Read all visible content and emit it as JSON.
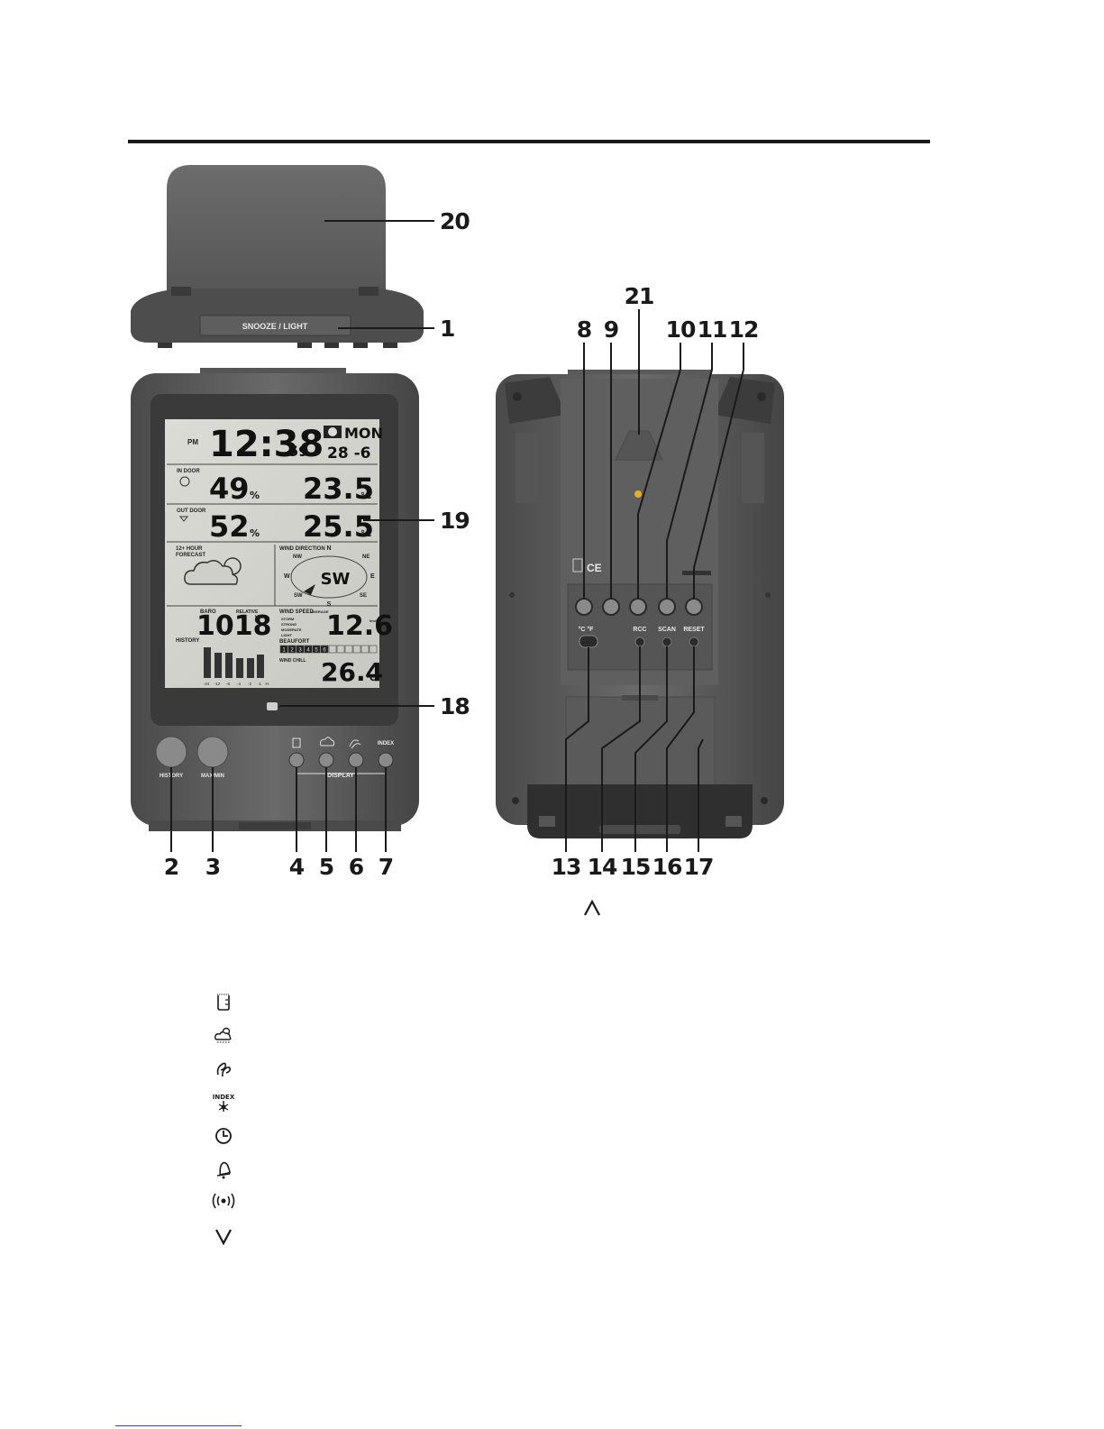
{
  "callouts": {
    "c1": "1",
    "c2": "2",
    "c3": "3",
    "c4": "4",
    "c5": "5",
    "c6": "6",
    "c7": "7",
    "c8": "8",
    "c9": "9",
    "c10": "10",
    "c11": "11",
    "c12": "12",
    "c13": "13",
    "c14": "14",
    "c15": "15",
    "c16": "16",
    "c17": "17",
    "c18": "18",
    "c19": "19",
    "c20": "20",
    "c21": "21"
  },
  "top_unit": {
    "snooze_label": "SNOOZE / LIGHT"
  },
  "front_unit": {
    "lcd": {
      "ampm": "PM",
      "time": "12:38",
      "seconds": "59",
      "weekday": "MON",
      "date": "28 -6",
      "indoor_label": "IN DOOR",
      "indoor_humidity": "49",
      "indoor_temp": "23.5",
      "outdoor_label": "OUT DOOR",
      "outdoor_humidity": "52",
      "outdoor_temp": "25.5",
      "percent": "%",
      "celsius": "°C",
      "forecast_label_1": "12+ HOUR",
      "forecast_label_2": "FORECAST",
      "wind_direction_label": "WIND DIRECTION",
      "compass_n": "N",
      "compass_ne": "NE",
      "compass_e": "E",
      "compass_se": "SE",
      "compass_s": "S",
      "compass_sw": "SW",
      "compass_w": "W",
      "compass_nw": "NW",
      "wind_dir_value": "SW",
      "baro_label": "BARO",
      "relative_label": "RELATIVE",
      "pressure": "1018",
      "pressure_unit": "hPa",
      "wind_speed_label": "WIND SPEED",
      "average_label": "AVERAGE",
      "wind_speed": "12.6",
      "wind_speed_unit": "km/h",
      "storm": "STORM",
      "strong": "STRONG",
      "moderate": "MODERATE",
      "light": "LIGHT",
      "beaufort_label": "BEAUFORT",
      "beaufort_levels": [
        "1",
        "2",
        "3",
        "4",
        "5",
        "6"
      ],
      "history_label": "HISTORY",
      "wind_chill_label": "WIND CHILL",
      "wind_chill": "26.4",
      "history_x": [
        "-24",
        "-12",
        "-8",
        "-4",
        "-2",
        "-1",
        "-H"
      ]
    },
    "buttons": {
      "history": "HISTORY",
      "maxmin": "MAX/MIN",
      "display": "DISPLAY"
    }
  },
  "back_unit": {
    "unit_toggle": "°C  °F",
    "rcc": "RCC",
    "scan": "SCAN",
    "reset": "RESET"
  },
  "legend_icons": [
    "rain-gauge-icon",
    "weather-forecast-icon",
    "wind-icon",
    "index-icon",
    "clock-icon",
    "bell-icon",
    "radio-signal-icon",
    "chevron-down-icon"
  ]
}
